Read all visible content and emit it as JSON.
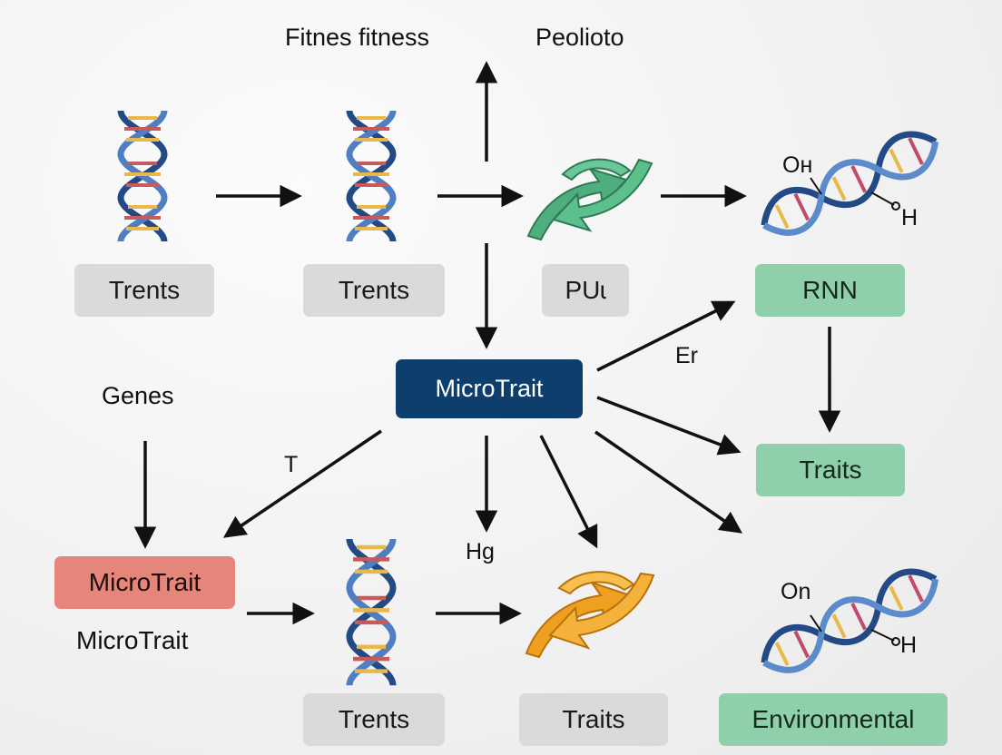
{
  "top": {
    "left": "Fitnes fitness",
    "right": "Peolioto"
  },
  "nodes": {
    "trents_1": "Trents",
    "trents_2": "Trents",
    "pu": "PUɩ",
    "rnn": "RNN",
    "microtrait_center": "MicroTrait",
    "genes": "Genes",
    "traits_right": "Traits",
    "microtrait_left": "MicroTrait",
    "microtrait_left_caption": "MicroTrait",
    "trents_3": "Trents",
    "traits_bottom": "Traits",
    "environmental": "Environmental"
  },
  "edge_labels": {
    "er": "Er",
    "t": "T",
    "hg": "Hg"
  },
  "molecule_labels": {
    "upper_oh": "Oн",
    "upper_h": "H",
    "lower_oh": "On",
    "lower_h": "H"
  },
  "colors": {
    "gray_box": "#dadada",
    "green_box": "#8fcfaa",
    "red_box": "#e6867a",
    "navy_box": "#0e3f6c",
    "dna_blue": "#3f67a8",
    "green_cycle": "#4fae7e",
    "orange_cycle": "#f0a020"
  },
  "icons": [
    "dna-helix-icon",
    "recycle-arrows-icon",
    "dna-molecule-icon"
  ]
}
